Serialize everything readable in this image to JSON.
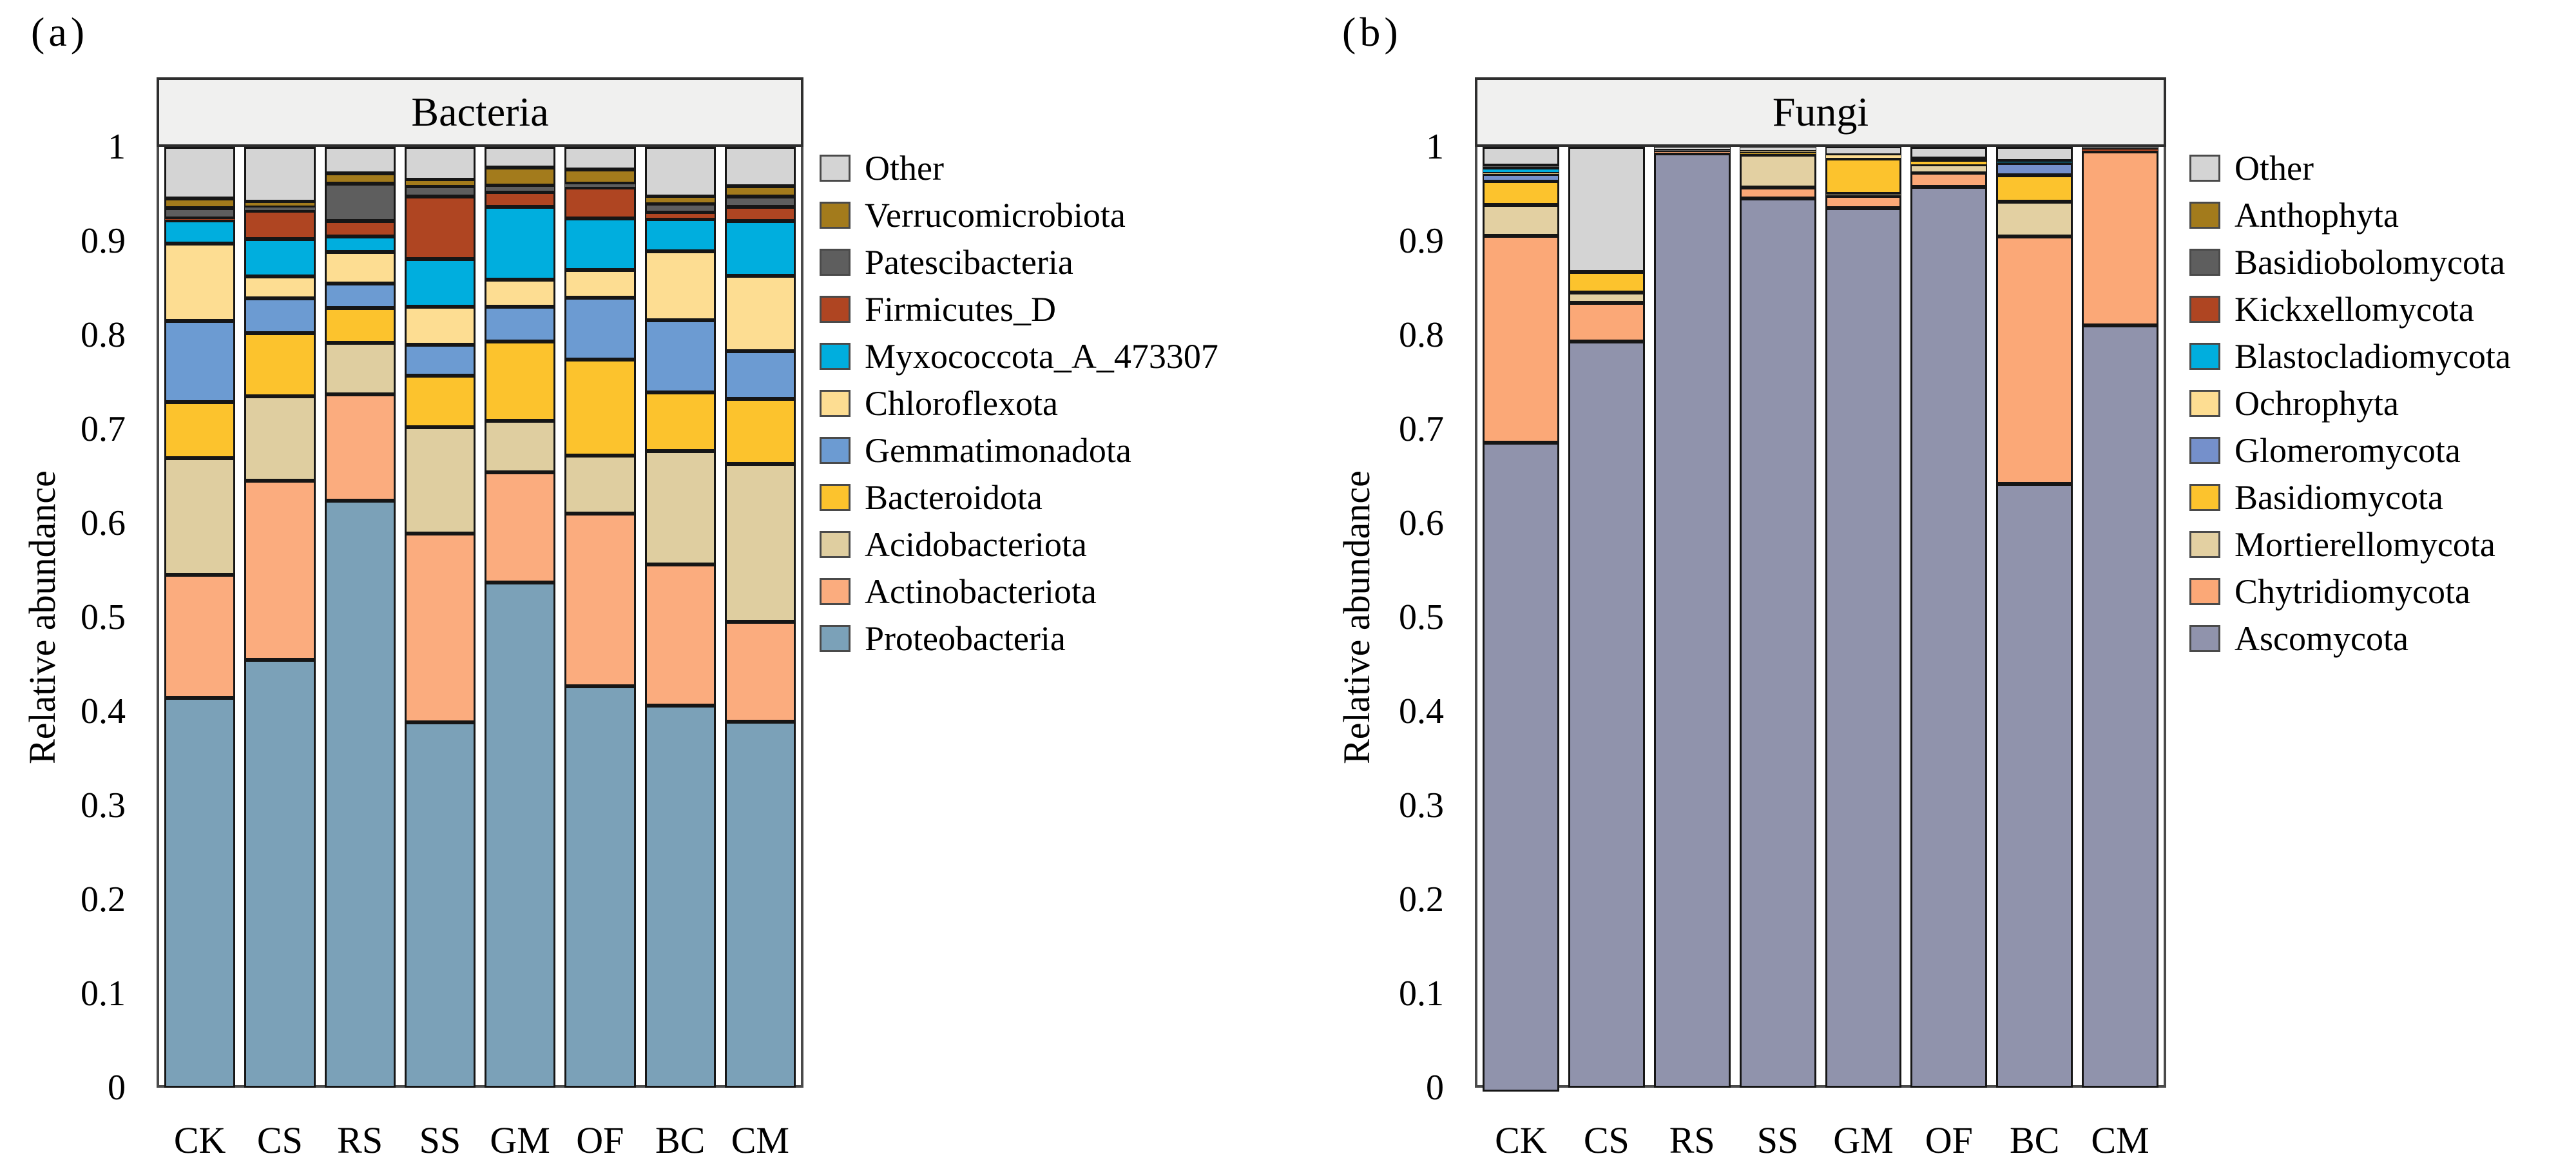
{
  "figure": {
    "panel_a_label": "(a)",
    "panel_b_label": "(b)",
    "background": "#ffffff",
    "frame_color": "#4a4a4a",
    "header_fill": "#f0f0ef",
    "segment_border_color": "#161616"
  },
  "chart_data": [
    {
      "type": "bar",
      "stacked": true,
      "title": "Bacteria",
      "xlabel": "",
      "ylabel": "Relative abundance",
      "ylim": [
        0,
        1
      ],
      "grid": false,
      "legend_position": "right",
      "categories": [
        "CK",
        "CS",
        "RS",
        "SS",
        "GM",
        "OF",
        "BC",
        "CM"
      ],
      "yticks": [
        {
          "label": "1",
          "value": 1.0
        },
        {
          "label": "0.9",
          "value": 0.9
        },
        {
          "label": "0.8",
          "value": 0.8
        },
        {
          "label": "0.7",
          "value": 0.7
        },
        {
          "label": "0.6",
          "value": 0.6
        },
        {
          "label": "0.5",
          "value": 0.5
        },
        {
          "label": "0.4",
          "value": 0.4
        },
        {
          "label": "0.3",
          "value": 0.3
        },
        {
          "label": "0.2",
          "value": 0.2
        },
        {
          "label": "0.1",
          "value": 0.1
        },
        {
          "label": "0",
          "value": 0.0
        }
      ],
      "series_order": "bottom_to_top",
      "legend_order": "top_to_bottom_is_reverse_of_series",
      "series": [
        {
          "name": "Proteobacteria",
          "color": "#7BA1B8",
          "values": [
            0.414,
            0.455,
            0.624,
            0.388,
            0.537,
            0.427,
            0.406,
            0.389
          ]
        },
        {
          "name": "Actinobacteriota",
          "color": "#FBAC7E",
          "values": [
            0.131,
            0.19,
            0.113,
            0.201,
            0.117,
            0.183,
            0.15,
            0.106
          ]
        },
        {
          "name": "Acidobacteriota",
          "color": "#DFCEA0",
          "values": [
            0.124,
            0.09,
            0.055,
            0.113,
            0.055,
            0.062,
            0.121,
            0.168
          ]
        },
        {
          "name": "Bacteroidota",
          "color": "#FCC32D",
          "values": [
            0.06,
            0.067,
            0.037,
            0.055,
            0.084,
            0.102,
            0.062,
            0.069
          ]
        },
        {
          "name": "Gemmatimonadota",
          "color": "#6C9BD2",
          "values": [
            0.086,
            0.037,
            0.026,
            0.033,
            0.037,
            0.066,
            0.077,
            0.051
          ]
        },
        {
          "name": "Chloroflexota",
          "color": "#FDDD92",
          "values": [
            0.082,
            0.023,
            0.033,
            0.04,
            0.029,
            0.029,
            0.073,
            0.08
          ]
        },
        {
          "name": "Myxococcota_A_473307",
          "color": "#00AEDE",
          "values": [
            0.025,
            0.04,
            0.017,
            0.051,
            0.077,
            0.055,
            0.034,
            0.058
          ]
        },
        {
          "name": "Firmicutes_D",
          "color": "#AF4522",
          "values": [
            0.002,
            0.03,
            0.016,
            0.066,
            0.016,
            0.033,
            0.007,
            0.015
          ]
        },
        {
          "name": "Patescibacteria",
          "color": "#5E5E5E",
          "values": [
            0.011,
            0.004,
            0.04,
            0.011,
            0.007,
            0.004,
            0.01,
            0.011
          ]
        },
        {
          "name": "Verrucomicrobiota",
          "color": "#A37B1C",
          "values": [
            0.01,
            0.006,
            0.011,
            0.007,
            0.019,
            0.015,
            0.007,
            0.011
          ]
        },
        {
          "name": "Other",
          "color": "#D4D4D4",
          "values": [
            0.055,
            0.058,
            0.028,
            0.035,
            0.022,
            0.024,
            0.053,
            0.042
          ]
        }
      ]
    },
    {
      "type": "bar",
      "stacked": true,
      "title": "Fungi",
      "xlabel": "",
      "ylabel": "Relative abundance",
      "ylim": [
        0,
        1
      ],
      "grid": false,
      "legend_position": "right",
      "categories": [
        "CK",
        "CS",
        "RS",
        "SS",
        "GM",
        "OF",
        "BC",
        "CM"
      ],
      "yticks": [
        {
          "label": "1",
          "value": 1.0
        },
        {
          "label": "0.9",
          "value": 0.9
        },
        {
          "label": "0.8",
          "value": 0.8
        },
        {
          "label": "0.7",
          "value": 0.7
        },
        {
          "label": "0.6",
          "value": 0.6
        },
        {
          "label": "0.5",
          "value": 0.5
        },
        {
          "label": "0.4",
          "value": 0.4
        },
        {
          "label": "0.3",
          "value": 0.3
        },
        {
          "label": "0.2",
          "value": 0.2
        },
        {
          "label": "0.1",
          "value": 0.1
        },
        {
          "label": "0",
          "value": 0.0
        }
      ],
      "series_order": "bottom_to_top",
      "legend_order": "top_to_bottom_is_reverse_of_series",
      "series": [
        {
          "name": "Ascomycota",
          "color": "#9093AC",
          "values": [
            0.69,
            0.793,
            0.993,
            0.945,
            0.935,
            0.958,
            0.642,
            0.81
          ]
        },
        {
          "name": "Chytridiomycota",
          "color": "#FBA877",
          "values": [
            0.22,
            0.041,
            0.002,
            0.012,
            0.013,
            0.015,
            0.263,
            0.185
          ]
        },
        {
          "name": "Mortierellomycota",
          "color": "#E3D0A2",
          "values": [
            0.033,
            0.011,
            0.0,
            0.035,
            0.002,
            0.008,
            0.037,
            0.0
          ]
        },
        {
          "name": "Basidiomycota",
          "color": "#FCC32D",
          "values": [
            0.025,
            0.022,
            0.0,
            0.002,
            0.038,
            0.004,
            0.028,
            0.0
          ]
        },
        {
          "name": "Glomeromycota",
          "color": "#7590CB",
          "values": [
            0.007,
            0.0,
            0.0,
            0.0,
            0.0,
            0.0,
            0.013,
            0.0
          ]
        },
        {
          "name": "Ochrophyta",
          "color": "#FDDD92",
          "values": [
            0.002,
            0.0,
            0.0,
            0.002,
            0.004,
            0.0,
            0.0,
            0.0
          ]
        },
        {
          "name": "Blastocladiomycota",
          "color": "#00AEDE",
          "values": [
            0.004,
            0.0,
            0.0,
            0.0,
            0.0,
            0.001,
            0.002,
            0.0
          ]
        },
        {
          "name": "Kickxellomycota",
          "color": "#AF4522",
          "values": [
            0.001,
            0.0,
            0.0,
            0.0,
            0.0,
            0.0,
            0.0,
            0.003
          ]
        },
        {
          "name": "Basidiobolomycota",
          "color": "#5E5E5E",
          "values": [
            0.002,
            0.0,
            0.002,
            0.0,
            0.0,
            0.0,
            0.0,
            0.0
          ]
        },
        {
          "name": "Anthophyta",
          "color": "#A37B1C",
          "values": [
            0.0,
            0.0,
            0.0,
            0.0,
            0.0,
            0.002,
            0.0,
            0.0
          ]
        },
        {
          "name": "Other",
          "color": "#D4D4D4",
          "values": [
            0.02,
            0.133,
            0.003,
            0.004,
            0.008,
            0.012,
            0.015,
            0.002
          ]
        }
      ]
    }
  ]
}
